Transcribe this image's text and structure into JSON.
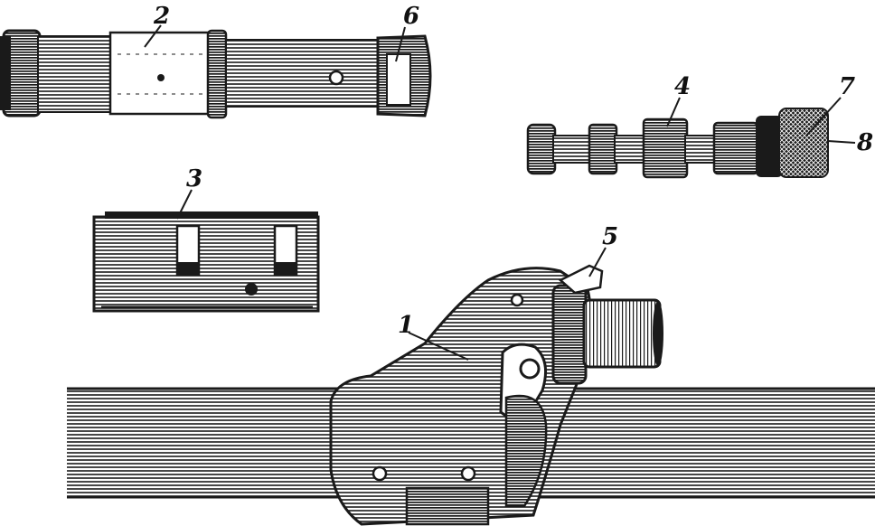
{
  "callouts": {
    "c1": "1",
    "c2": "2",
    "c3": "3",
    "c4": "4",
    "c5": "5",
    "c6": "6",
    "c7": "7",
    "c8": "8"
  },
  "colors": {
    "ink": "#1a1a1a",
    "paper": "#ffffff"
  }
}
